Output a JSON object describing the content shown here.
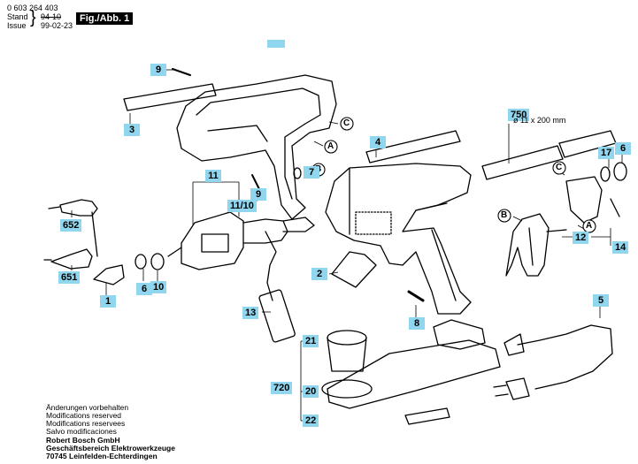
{
  "header": {
    "part_number": "0 603 264 403",
    "stand_label": "Stand",
    "stand_old": "94-10",
    "issue_label": "Issue",
    "issue_date": "99-02-23",
    "figure_title": "Fig./Abb. 1"
  },
  "glue_stick_spec": "ø 11 x 200 mm",
  "part_labels": [
    "9",
    "3",
    "11",
    "9",
    "11/10",
    "652",
    "651",
    "1",
    "6",
    "10",
    "13",
    "2",
    "4",
    "7",
    "750",
    "17",
    "6",
    "14",
    "12",
    "8",
    "5",
    "21",
    "720",
    "20",
    "22"
  ],
  "reference_letters": [
    "C",
    "A",
    "B",
    "C",
    "B",
    "A"
  ],
  "footer": {
    "lines": [
      "Änderungen vorbehalten",
      "Modifications reserved",
      "Modifications reservees",
      "Salvo modificaciones"
    ],
    "company_lines": [
      "Robert Bosch GmbH",
      "Geschäftsbereich Elektrowerkzeuge",
      "70745 Leinfelden-Echterdingen"
    ]
  }
}
